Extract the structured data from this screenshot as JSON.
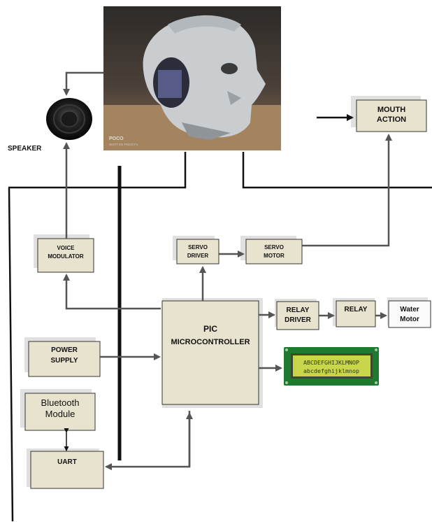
{
  "photo": {
    "watermark_line1": "POCO",
    "watermark_line2": "SHOT ON POCO F1"
  },
  "blocks": {
    "speaker": "SPEAKER",
    "mouth_action": [
      "MOUTH",
      "ACTION"
    ],
    "voice_modulator": [
      "VOICE",
      "MODULATOR"
    ],
    "servo_driver": [
      "SERVO",
      "DRIVER"
    ],
    "servo_motor": [
      "SERVO",
      "MOTOR"
    ],
    "pic": [
      "PIC",
      "MICROCONTROLLER"
    ],
    "relay_driver": [
      "RELAY",
      "DRIVER"
    ],
    "relay": "RELAY",
    "water_motor": [
      "Water",
      "Motor"
    ],
    "power_supply": [
      "POWER",
      "SUPPLY"
    ],
    "bluetooth": [
      "Bluetooth",
      "Module"
    ],
    "uart": "UART"
  },
  "lcd": {
    "line1": "ABCDEFGHIJKLMNOP",
    "line2": "abcdefghijklmnop"
  }
}
